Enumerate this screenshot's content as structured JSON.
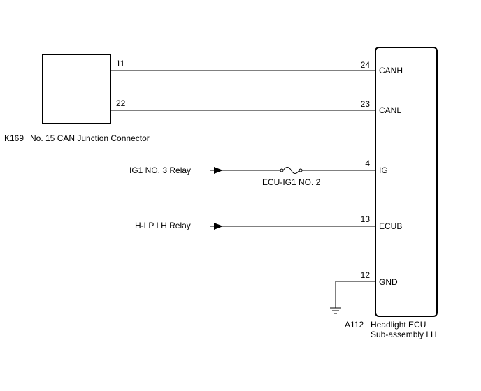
{
  "left_connector": {
    "code": "K169",
    "name": "No. 15 CAN Junction Connector",
    "pins": [
      {
        "pin": "11"
      },
      {
        "pin": "22"
      }
    ]
  },
  "ecu": {
    "code": "A112",
    "name_line1": "Headlight ECU",
    "name_line2": "Sub-assembly LH",
    "terminals": [
      {
        "pin": "24",
        "label": "CANH"
      },
      {
        "pin": "23",
        "label": "CANL"
      },
      {
        "pin": "4",
        "label": "IG"
      },
      {
        "pin": "13",
        "label": "ECUB"
      },
      {
        "pin": "12",
        "label": "GND"
      }
    ]
  },
  "sources": [
    {
      "label": "IG1 NO. 3 Relay"
    },
    {
      "label": "H-LP LH Relay"
    }
  ],
  "fuse": {
    "label": "ECU-IG1 NO. 2"
  }
}
